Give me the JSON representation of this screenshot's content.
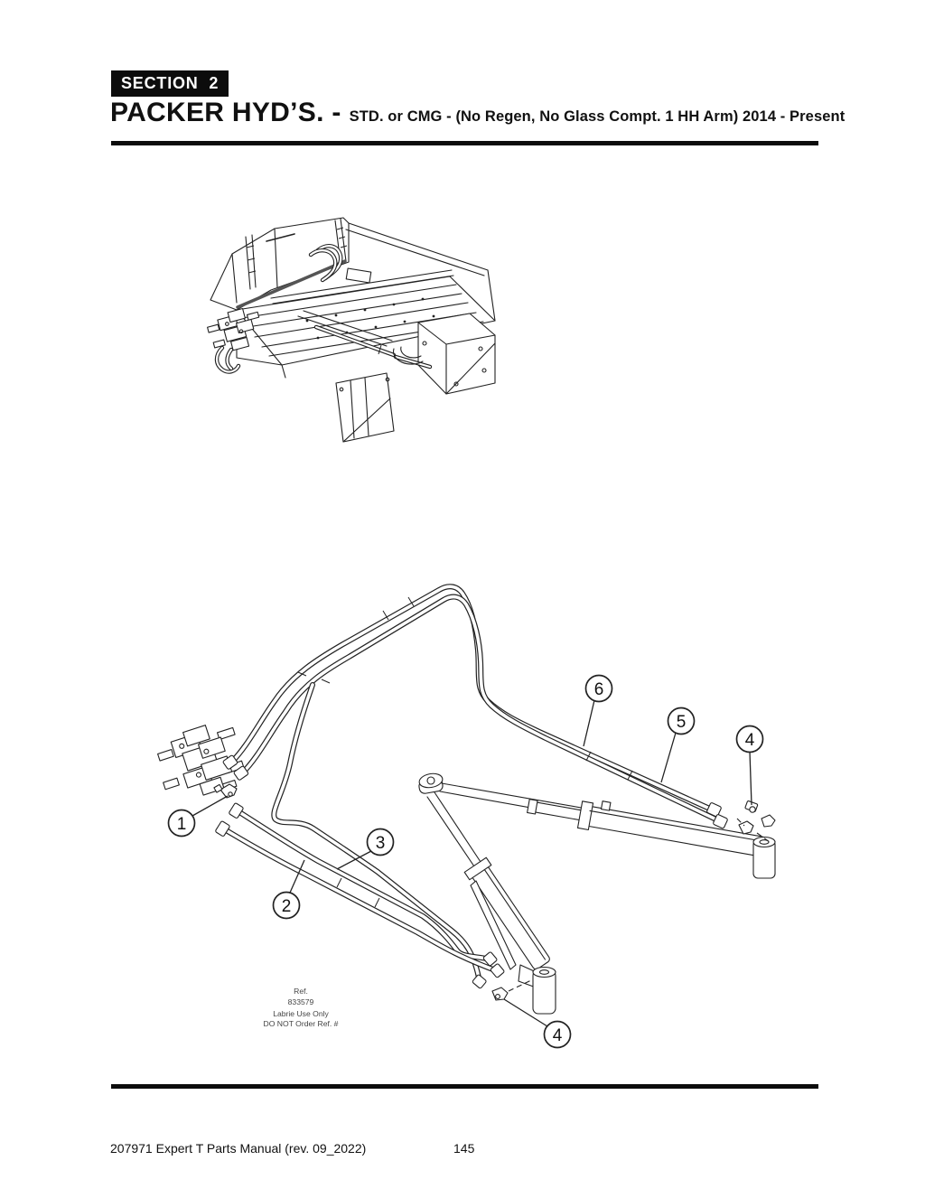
{
  "header": {
    "section_badge": "SECTION 2",
    "title_main": "PACKER HYD’S. -",
    "title_sub": "STD. or CMG -  (No Regen, No Glass Compt. 1 HH Arm) 2014 - Present"
  },
  "figure": {
    "ref_note": [
      "Ref.",
      "833579",
      "Labrie Use Only",
      "DO NOT Order Ref. #"
    ],
    "callouts": [
      {
        "id": "callout-1",
        "label": "1"
      },
      {
        "id": "callout-2",
        "label": "2"
      },
      {
        "id": "callout-3",
        "label": "3"
      },
      {
        "id": "callout-4-top",
        "label": "4"
      },
      {
        "id": "callout-5",
        "label": "5"
      },
      {
        "id": "callout-6",
        "label": "6"
      },
      {
        "id": "callout-4-bottom",
        "label": "4"
      }
    ]
  },
  "footer": {
    "manual_title": "207971 Expert T Parts Manual (rev. 09_2022)",
    "page_number": "145"
  }
}
